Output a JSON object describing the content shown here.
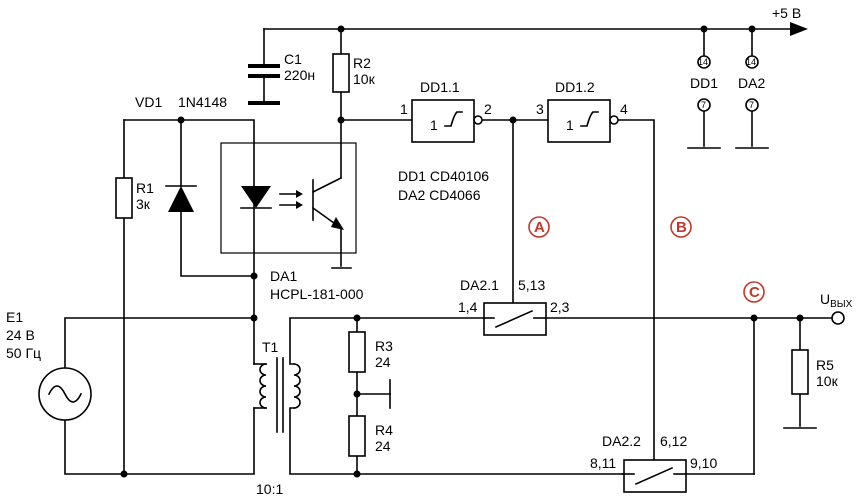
{
  "supply": {
    "label": "+5 В"
  },
  "capacitor_c1": {
    "ref": "C1",
    "value": "220н"
  },
  "resistor_r2": {
    "ref": "R2",
    "value": "10к"
  },
  "diode_vd1": {
    "ref": "VD1",
    "part": "1N4148"
  },
  "resistor_r1": {
    "ref": "R1",
    "value": "3к"
  },
  "optocoupler": {
    "ref": "DA1",
    "part": "HCPL-181-000"
  },
  "ic_parts": {
    "dd1": "DD1   CD40106",
    "da2": "DA2   CD4066"
  },
  "gate_dd1_1": {
    "ref": "DD1.1",
    "pin_in": "1",
    "pin_out": "2",
    "symbol": "1"
  },
  "gate_dd1_2": {
    "ref": "DD1.2",
    "pin_in": "3",
    "pin_out": "4",
    "symbol": "1"
  },
  "power_pins": {
    "dd1": {
      "ref": "DD1",
      "vcc_pin": "14",
      "gnd_pin": "7"
    },
    "da2": {
      "ref": "DA2",
      "vcc_pin": "14",
      "gnd_pin": "7"
    }
  },
  "test_points": {
    "a": "A",
    "b": "B",
    "c": "C"
  },
  "source_e1": {
    "ref": "E1",
    "voltage": "24 В",
    "frequency": "50 Гц"
  },
  "transformer_t1": {
    "ref": "T1",
    "ratio": "10:1"
  },
  "resistor_r3": {
    "ref": "R3",
    "value": "24"
  },
  "resistor_r4": {
    "ref": "R4",
    "value": "24"
  },
  "switch_da2_1": {
    "ref": "DA2.1",
    "ctrl_pins": "5,13",
    "pin_left": "1,4",
    "pin_right": "2,3"
  },
  "switch_da2_2": {
    "ref": "DA2.2",
    "ctrl_pins": "6,12",
    "pin_left": "8,11",
    "pin_right": "9,10"
  },
  "output": {
    "label": "U",
    "sub": "ВЫХ"
  },
  "resistor_r5": {
    "ref": "R5",
    "value": "10к"
  },
  "colors": {
    "wire": "#000000",
    "test_point": "#c0392b"
  }
}
